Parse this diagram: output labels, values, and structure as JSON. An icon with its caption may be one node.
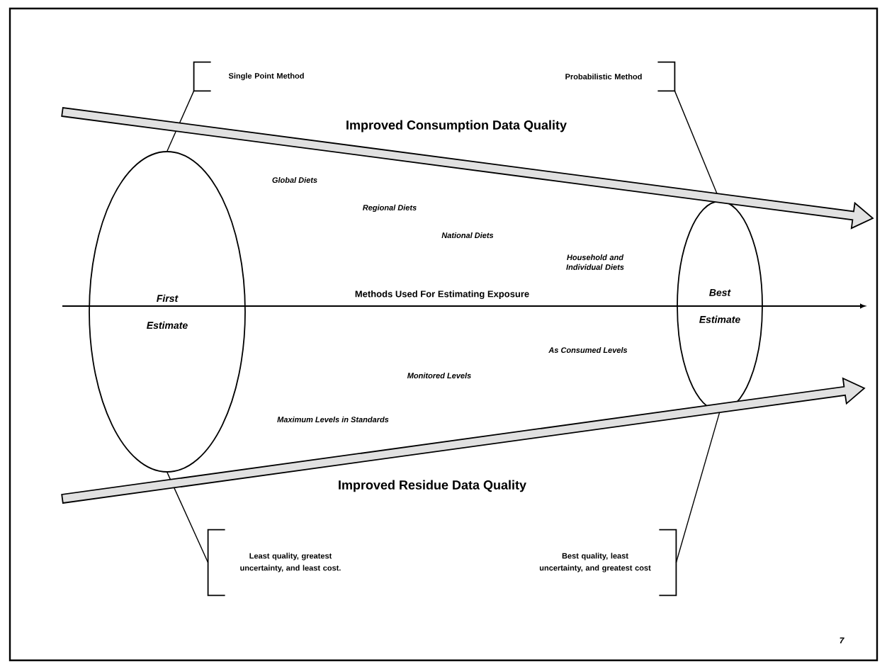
{
  "diagram": {
    "nodes": [
      {
        "text": [
          "First Estimate"
        ]
      },
      {
        "text": [
          "Best Estimate"
        ]
      },
      {
        "text": [
          "Single Point Method"
        ]
      },
      {
        "text": [
          "Probabilistic Method"
        ]
      },
      {
        "text": [
          "Least quality, greatest uncertainty, and least cost."
        ]
      },
      {
        "text": [
          "Best quality, least uncertainty, and greatest cost"
        ]
      }
    ],
    "edges": [
      {
        "from": 2,
        "to": 0,
        "arrow": "none"
      },
      {
        "from": 3,
        "to": 1,
        "arrow": "none"
      },
      {
        "from": 4,
        "to": 0,
        "arrow": "none"
      },
      {
        "from": 5,
        "to": 1,
        "arrow": "none"
      }
    ],
    "labels": [
      "Improved Consumption Data Quality",
      "Global Diets",
      "Regional Diets",
      "National Diets",
      "Household and Individual Diets",
      "Methods Used For Estimating Exposure",
      "As Consumed Levels",
      "Monitored Levels",
      "Maximum Levels in Standards",
      "Improved Residue Data Quality",
      "7"
    ]
  }
}
